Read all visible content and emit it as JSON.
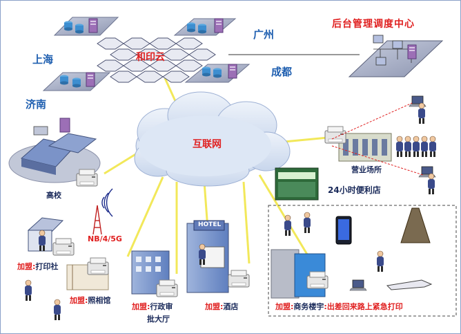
{
  "labels": {
    "cloud_service": "和印云",
    "backend_center": "后台管理调度中心",
    "internet": "互联网",
    "guangzhou": "广州",
    "shanghai": "上海",
    "chengdu": "成都",
    "jinan": "济南",
    "campus": "高校",
    "network_types": "NB/4/5G",
    "business_hall": "营业场所",
    "convenience_store": "24小时便利店",
    "hotel_sign": "HOTEL"
  },
  "franchise": {
    "prefix": "加盟",
    "colon": ":",
    "print_shop": "打印社",
    "photo_studio": "照相馆",
    "gov_hall_line1": "行政审",
    "gov_hall_line2": "批大厅",
    "hotel": "酒店",
    "office_building": "商务楼宇",
    "office_extra": "出差回来路上紧急打印"
  },
  "colors": {
    "city_blue": "#1f5fb0",
    "accent_red": "#e02020",
    "navy_text": "#1a2a5a",
    "hex_fill": "#e8eaf2",
    "cloud_fill": "#dce6f4",
    "link_yellow": "#f2e85a",
    "dashed_red": "#e02020"
  }
}
